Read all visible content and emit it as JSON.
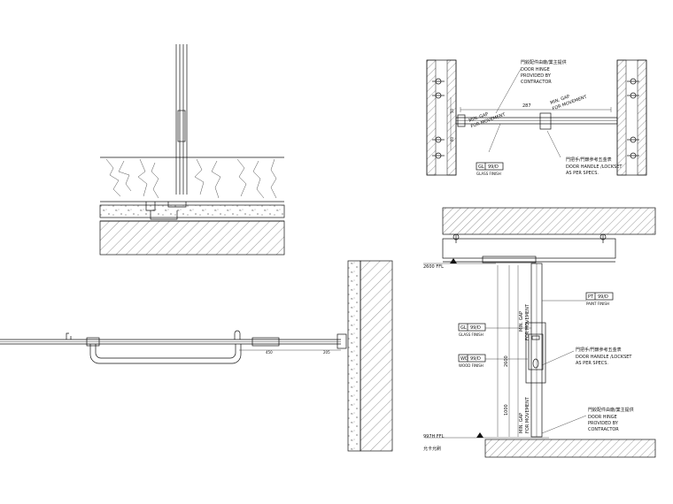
{
  "detail_top_right": {
    "hinge_cn": "門鉸配件由廠/業主提供",
    "hinge_en_1": "DOOR HINGE",
    "hinge_en_2": "PROVIDED BY",
    "hinge_en_3": "CONTRACTOR",
    "gap_left_1": "MIN. GAP",
    "gap_left_2": "FOR MOVEMENT",
    "gap_right_1": "MIN. GAP",
    "gap_right_2": "FOR MOVEMENT",
    "dim_width": "287",
    "dim_a": "50",
    "dim_b": "60",
    "handle_cn": "門把手/門鎖參考五金表",
    "handle_en_1": "DOOR HANDLE /LOCKSET",
    "handle_en_2": "AS PER SPECS.",
    "tag_gl_code": "GL",
    "tag_gl_num": "99/D",
    "tag_gl_sub": "GLASS FINISH"
  },
  "detail_bottom_right": {
    "level_top": "2600 FFL",
    "level_bottom": "997H FFL",
    "level_bottom_cn": "允卡允刷",
    "gap_1": "MIN. GAP",
    "gap_2": "FOR MOVEMENT",
    "gap_3": "MIN. GAP",
    "gap_4": "FOR MOVEMENT",
    "dim_2600": "2600",
    "dim_1000": "1000",
    "tag_pt_code": "PT",
    "tag_pt_num": "99/D",
    "tag_pt_sub": "PAINT FINISH",
    "tag_gl_code": "GL",
    "tag_gl_num": "99/D",
    "tag_gl_sub": "GLASS FINISH",
    "tag_wd_code": "WD",
    "tag_wd_num": "99/D",
    "tag_wd_sub": "WOOD FINISH",
    "handle_cn": "門把手/門鎖參考五金表",
    "handle_en_1": "DOOR HANDLE /LOCKSET",
    "handle_en_2": "AS PER SPECS.",
    "hinge_cn": "門鉸配件由廠/業主提供",
    "hinge_en_1": "DOOR HINGE",
    "hinge_en_2": "PROVIDED BY",
    "hinge_en_3": "CONTRACTOR"
  },
  "detail_bottom_left": {
    "dim_a": "450",
    "dim_b": "205"
  }
}
